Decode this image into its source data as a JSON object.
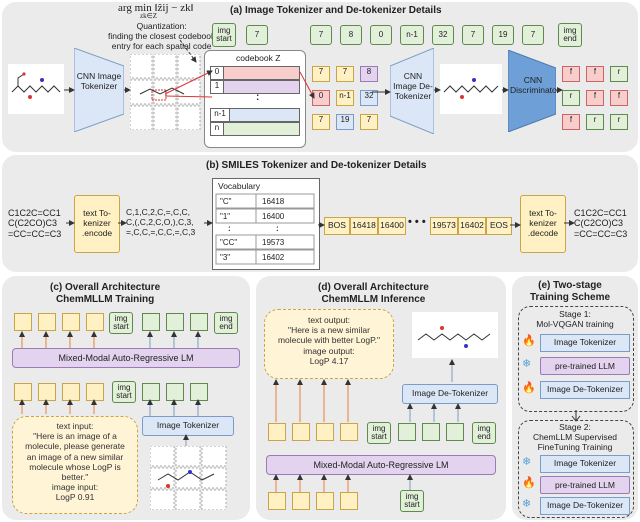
{
  "panel_a": {
    "title": "(a) Image Tokenizer and De-tokenizer Details",
    "formula": "arg min ‖ẑij − zk‖",
    "formula_sub": "zk∈Z",
    "quant_line1": "Quantization:",
    "quant_line2": "finding the closest codebook",
    "quant_line3": "entry for each spatial code",
    "cnn_tokenizer": "CNN Image Tokenizer",
    "cnn_detokenizer": "CNN Image De-Tokenizer",
    "cnn_disc": "CNN Discriminator",
    "codebook_title": "codebook Z",
    "codebook_rows": [
      "0",
      "1",
      ":",
      "n-1",
      "n"
    ],
    "top_tokens": [
      "img start",
      "7",
      "7",
      "8",
      "0",
      "n-1",
      "32",
      "7",
      "19",
      "7",
      "img end"
    ],
    "grid_row1": [
      "7",
      "7",
      "8"
    ],
    "grid_row2": [
      "0",
      "n-1",
      "32"
    ],
    "grid_row3": [
      "7",
      "19",
      "7"
    ],
    "disc_row1": [
      "f",
      "f",
      "r"
    ],
    "disc_row2": [
      "r",
      "f",
      "f"
    ],
    "disc_row3": [
      "f",
      "r",
      "r"
    ]
  },
  "panel_b": {
    "title": "(b) SMILES Tokenizer and De-tokenizer Details",
    "smiles_in": [
      "C1C2C=CC1",
      "C(C2CO)C3",
      "=CC=CC=C3"
    ],
    "encoder": [
      "text To-",
      "kenizer",
      ".encode"
    ],
    "split_tokens": [
      "C,1,C,2,C,=,C,C,",
      "C,(,C,2,C,O,),C,3,",
      "=,C,C,=,C,C,=,C,3"
    ],
    "vocab_title": "Vocabulary",
    "vocab": [
      {
        "k": "\"C\"",
        "v": "16418"
      },
      {
        "k": "\"1\"",
        "v": "16400"
      },
      {
        "k": ":",
        "v": ":"
      },
      {
        "k": "\"CC\"",
        "v": "19573"
      },
      {
        "k": "\"3\"",
        "v": "16402"
      }
    ],
    "seq": [
      "BOS",
      "16418",
      "16400",
      "19573",
      "16402",
      "EOS"
    ],
    "decoder": [
      "text To-",
      "kenizer",
      ".decode"
    ],
    "smiles_out": [
      "C1C2C=CC1",
      "C(C2CO)C3",
      "=CC=CC=C3"
    ]
  },
  "panel_c": {
    "title1": "(c) Overall Architecture",
    "title2": "ChemMLLM Training",
    "img_start": "img start",
    "img_end": "img end",
    "lm": "Mixed-Modal Auto-Regressive LM",
    "img_start2": "img start",
    "img_tokenizer": "Image Tokenizer",
    "text_input_label": "text input:",
    "text_input": [
      "\"Here is an image of a",
      "molecule, please generate",
      "an image of a new similar",
      "molecule whose LogP is",
      "better.\""
    ],
    "image_input_label": "image input:",
    "image_input_value": "LogP 0.91"
  },
  "panel_d": {
    "title1": "(d) Overall Architecture",
    "title2": "ChemMLLM Inference",
    "text_output_label": "text output:",
    "text_output": [
      "\"Here is a new similar",
      "molecule with better LogP.\""
    ],
    "image_output_label": "image output:",
    "image_output_value": "LogP 4.17",
    "detokenizer": "Image De-Tokenizer",
    "img_start": "img start",
    "img_end": "img end",
    "lm": "Mixed-Modal Auto-Regressive LM",
    "img_start2": "img start"
  },
  "panel_e": {
    "title1": "(e) Two-stage",
    "title2": "Training Scheme",
    "stage1_a": "Stage 1:",
    "stage1_b": "Mol-VQGAN training",
    "s1_items": [
      "Image Tokenizer",
      "pre-trained LLM",
      "Image De-Tokenizer"
    ],
    "stage2_a": "Stage 2:",
    "stage2_b": "ChemLLM Supervised",
    "stage2_c": "FineTuning Training",
    "s2_items": [
      "Image Tokenizer",
      "pre-trained LLM",
      "Image De-Tokenizer"
    ]
  },
  "colors": {
    "green": "#e2f0d9",
    "blue": "#dbe7f6",
    "purple": "#e3d3ee",
    "yellow": "#fff1c4",
    "red": "#f8cecc",
    "orange": "#e8813a",
    "ice": "#5aa0d8",
    "fire": "#e2522e"
  }
}
